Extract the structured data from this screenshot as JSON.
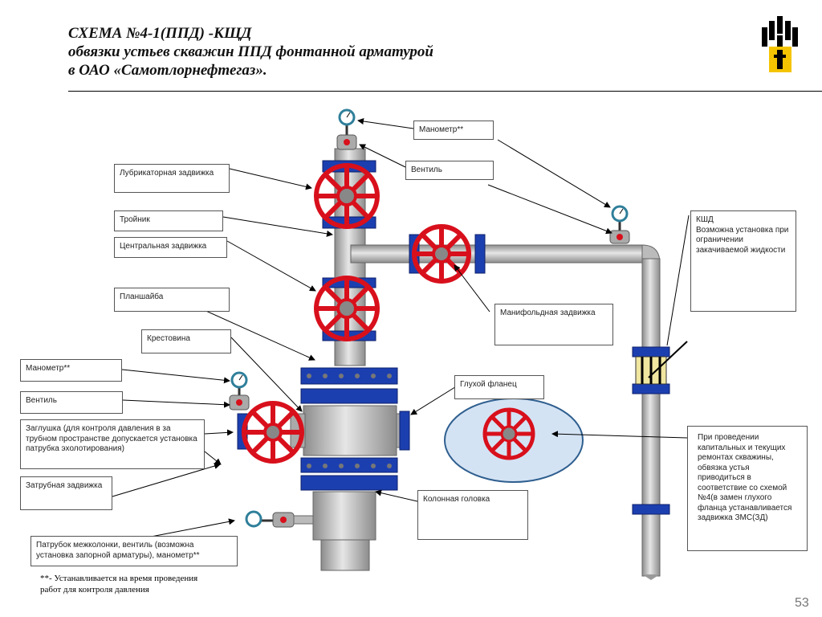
{
  "title": {
    "line1": "СХЕМА №4-1(ППД) -КЩД",
    "line2": "обвязки устьев скважин ППД фонтанной арматурой",
    "line3": "в  ОАО «Самотлорнефтегаз»."
  },
  "labels": {
    "manometer_top": "Манометр**",
    "ventil_top": "Вентиль",
    "lubricator": "Лубрикаторная задвижка",
    "tee": "Тройник",
    "central_valve": "Центральная задвижка",
    "plate_washer": "Планшайба",
    "cross": "Крестовина",
    "manometer_left": "Манометр**",
    "ventil_left": "Вентиль",
    "plug": "Заглушка (для контроля давления в за трубном пространстве допускается установка патрубка эхолотирования)",
    "annulus_valve": "Затрубная задвижка",
    "intercolumn": "Патрубок межколонки, вентиль (возможна установка запорной арматуры), манометр**",
    "kshd": "КШД\nВозможна установка при ограничении закачиваемой жидкости",
    "manifold_valve": "Манифольдная задвижка",
    "blind_flange": "Глухой фланец",
    "column_head": "Колонная головка",
    "repair_note": "При проведении капитальных и текущих ремонтах скважины, обвязка устья приводиться в соответствие со схемой №4(в замен глухого фланца устанавливается задвижка ЗМС(ЗД)"
  },
  "footnote": {
    "line1": "**- Устанавливается на время проведения",
    "line2": "работ для контроля  давления"
  },
  "page_number": "53",
  "colors": {
    "valve_red": "#d8101c",
    "flange_blue": "#1c3fb0",
    "pipe_gray": "#c8c8c8",
    "logo_yellow": "#f5c400",
    "ellipse_fill": "#d4e3f4",
    "ellipse_stroke": "#2f5f8f"
  }
}
